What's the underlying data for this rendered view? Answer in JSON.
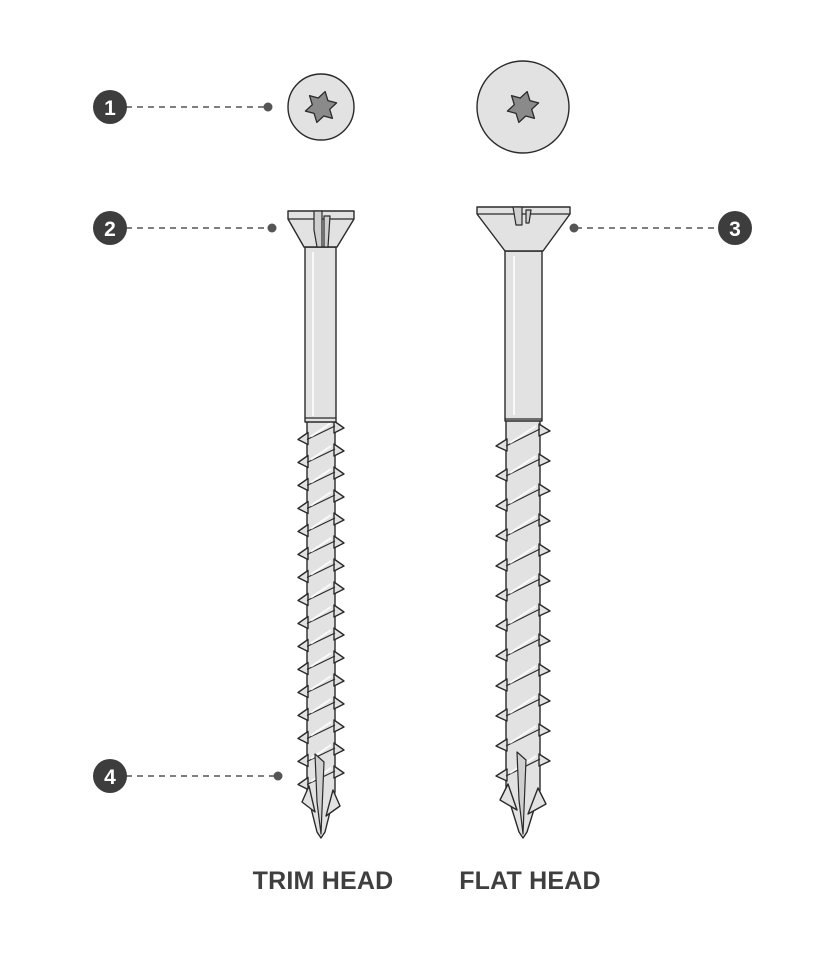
{
  "colors": {
    "background": "#ffffff",
    "callout_fill": "#3d3d3d",
    "steel": "#e2e2e2",
    "outline": "#2a2a2a",
    "drive_recess": "#8a8a8a",
    "label_text": "#3f3f3f"
  },
  "callouts": [
    {
      "number": "1",
      "target": "drive-recess"
    },
    {
      "number": "2",
      "target": "trim-head"
    },
    {
      "number": "3",
      "target": "flat-head"
    },
    {
      "number": "4",
      "target": "cutting-tip"
    }
  ],
  "screws": [
    {
      "label": "TRIM HEAD",
      "head_type": "trim",
      "drive": "star-drive-icon"
    },
    {
      "label": "FLAT HEAD",
      "head_type": "flat",
      "drive": "star-drive-icon"
    }
  ]
}
